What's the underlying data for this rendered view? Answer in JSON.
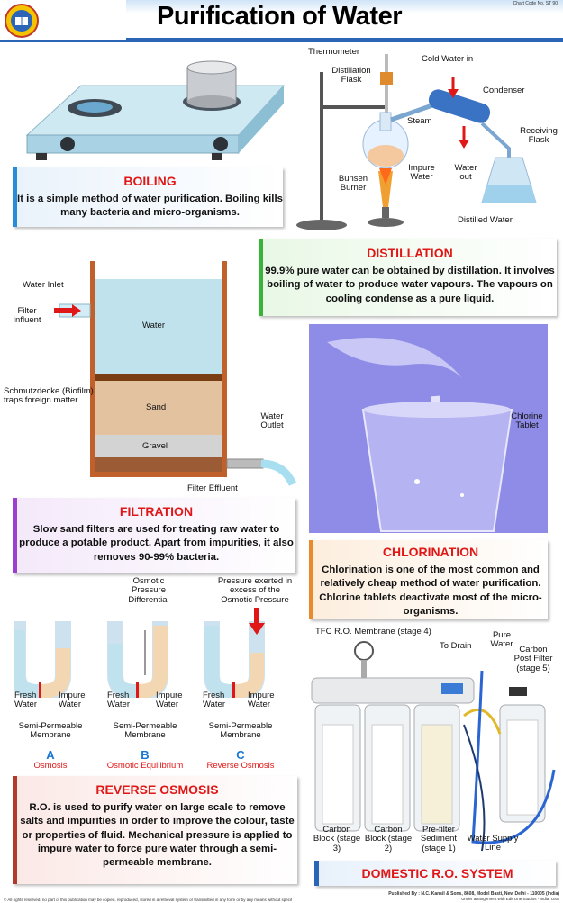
{
  "header": {
    "title": "Purification of Water",
    "chart_code": "Chart Code No. ST 90"
  },
  "boiling": {
    "heading": "BOILING",
    "text": "It is a simple method of water purification. Boiling kills many bacteria and micro-organisms."
  },
  "distillation": {
    "heading": "DISTILLATION",
    "text": "99.9% pure water can be obtained by distillation. It involves boiling of water to produce water vapours. The vapours on cooling condense as a pure liquid.",
    "labels": {
      "thermometer": "Thermometer",
      "distillation_flask": "Distillation Flask",
      "cold_water_in": "Cold Water in",
      "condenser": "Condenser",
      "steam": "Steam",
      "receiving_flask": "Receiving Flask",
      "impure_water": "Impure Water",
      "water_out": "Water out",
      "bunsen_burner": "Bunsen Burner",
      "distilled_water": "Distilled Water"
    }
  },
  "filtration": {
    "heading": "FILTRATION",
    "text": "Slow sand filters are used for treating raw water to produce a potable product. Apart from impurities, it also removes 90-99% bacteria.",
    "labels": {
      "water_inlet": "Water Inlet",
      "filter_influent": "Filter Influent",
      "water": "Water",
      "schmutzdecke": "Schmutzdecke (Biofilm) traps foreign matter",
      "sand": "Sand",
      "gravel": "Gravel",
      "water_outlet": "Water Outlet",
      "filter_effluent": "Filter Effluent"
    }
  },
  "chlorination": {
    "heading": "CHLORINATION",
    "text": "Chlorination is one of the most common and relatively cheap method of water purification. Chlorine tablets deactivate most of the micro-organisms.",
    "labels": {
      "chlorine_tablet": "Chlorine Tablet"
    }
  },
  "osmosis": {
    "labels": {
      "osmotic_pressure": "Osmotic Pressure Differential",
      "pressure_exerted": "Pressure exerted in excess of the Osmotic Pressure",
      "fresh_water": "Fresh Water",
      "impure_water": "Impure Water",
      "membrane": "Semi-Permeable Membrane"
    },
    "panels": [
      {
        "letter": "A",
        "name": "Osmosis"
      },
      {
        "letter": "B",
        "name": "Osmotic Equilibrium"
      },
      {
        "letter": "C",
        "name": "Reverse Osmosis"
      }
    ]
  },
  "reverse_osmosis": {
    "heading": "REVERSE OSMOSIS",
    "text": "R.O. is used to purify water on large scale to remove salts and impurities in order to improve the colour, taste or properties of fluid. Mechanical pressure is applied to impure water to force pure water through a semi-permeable membrane."
  },
  "ro_system": {
    "heading": "DOMESTIC R.O. SYSTEM",
    "labels": {
      "tfc_membrane": "TFC R.O. Membrane (stage 4)",
      "to_drain": "To Drain",
      "pure_water": "Pure Water",
      "carbon_post": "Carbon Post Filter (stage 5)",
      "carbon_block_3": "Carbon Block (stage 3)",
      "carbon_block_2": "Carbon Block (stage 2)",
      "prefilter": "Pre-filter Sediment (stage 1)",
      "water_supply": "Water Supply Line"
    }
  },
  "footer": {
    "rights": "© All rights reserved, no part of this publication may be copied, reproduced, stored in a retrieval system or transmitted in any form or by any means without specific prior permission of the publisher.",
    "published": "Published By : N.C. Kansil & Sons, 8608, Model Basti, New Delhi - 110005 (India)",
    "arrangement": "Under arrangement with Edit One Studios - India, USA"
  }
}
